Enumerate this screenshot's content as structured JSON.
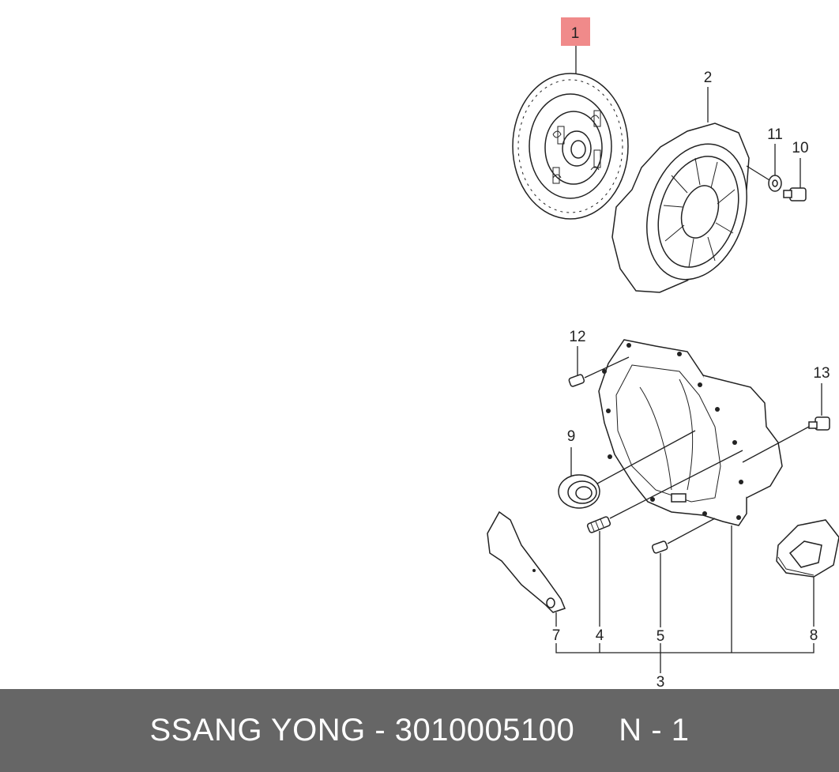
{
  "diagram": {
    "highlight_color": "#f08a8a",
    "callouts": {
      "c1": "1",
      "c2": "2",
      "c3": "3",
      "c4": "4",
      "c5": "5",
      "c7": "7",
      "c8": "8",
      "c9": "9",
      "c10": "10",
      "c11": "11",
      "c12": "12",
      "c13": "13"
    }
  },
  "footer": {
    "brand_part": "SSANG YONG - 3010005100",
    "position": "N - 1",
    "background": "#666666"
  }
}
